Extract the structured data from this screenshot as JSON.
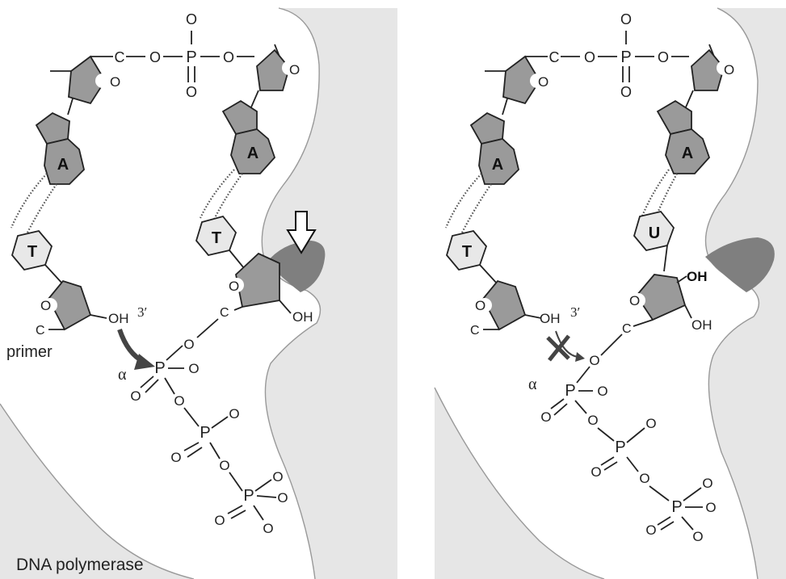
{
  "left_panel": {
    "label_primer": "primer",
    "label_enzyme": "DNA polymerase",
    "three_prime": "3′",
    "alpha": "α",
    "base_top_left": "A",
    "base_top_right": "A",
    "base_bottom_left": "T",
    "base_bottom_right": "T",
    "phosphate_top": {
      "P": "P",
      "O": "O",
      "C": "C"
    },
    "oh_primer": "OH",
    "oh_incoming": "OH",
    "arrow_marker": "down-arrow-icon"
  },
  "right_panel": {
    "three_prime": "3′",
    "alpha": "α",
    "base_top_left": "A",
    "base_top_right": "A",
    "base_bottom_left": "T",
    "base_bottom_right": "U",
    "oh_primer": "OH",
    "oh_incoming_2": "OH",
    "oh_incoming_3": "OH",
    "block_marker": "cross-icon"
  },
  "colors": {
    "enzyme_surface": "#e6e6e6",
    "steric_gate": "#7f7f7f",
    "nucleotide_fill": "#9a9a9a",
    "pyrimidine_fill": "#e8e8e8"
  }
}
